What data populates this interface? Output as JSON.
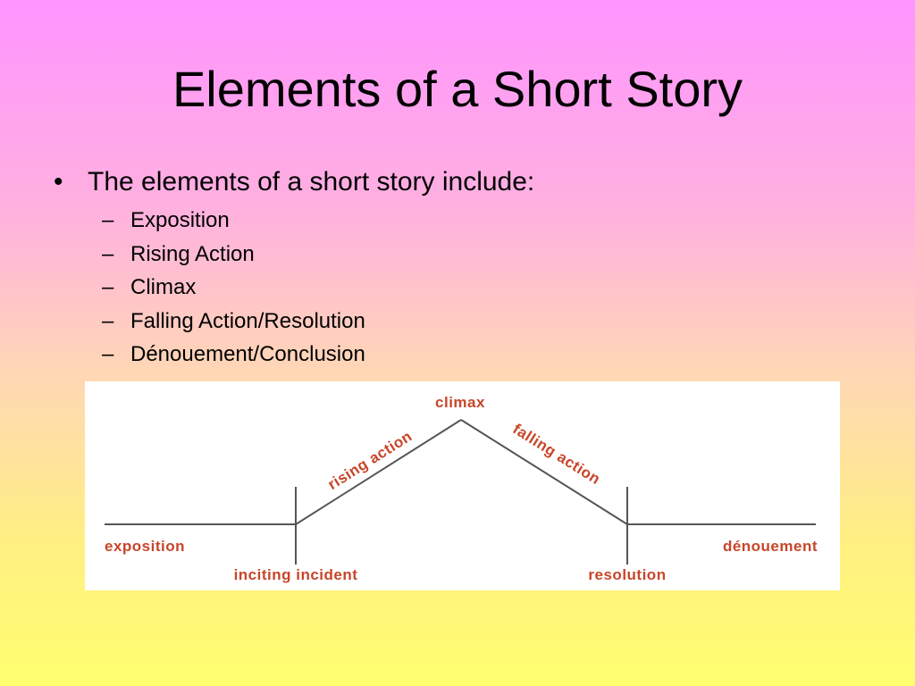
{
  "slide": {
    "title": "Elements of a Short Story",
    "bullet": "The elements of a short story include:",
    "sub_items": [
      "Exposition",
      "Rising Action",
      "Climax",
      "Falling Action/Resolution",
      "Dénouement/Conclusion"
    ]
  },
  "diagram": {
    "label_color": "#c8452a",
    "line_color": "#555555",
    "labels": {
      "climax": "climax",
      "rising_action": "rising action",
      "falling_action": "falling action",
      "exposition": "exposition",
      "inciting_incident": "inciting incident",
      "resolution": "resolution",
      "denouement": "dénouement"
    }
  }
}
